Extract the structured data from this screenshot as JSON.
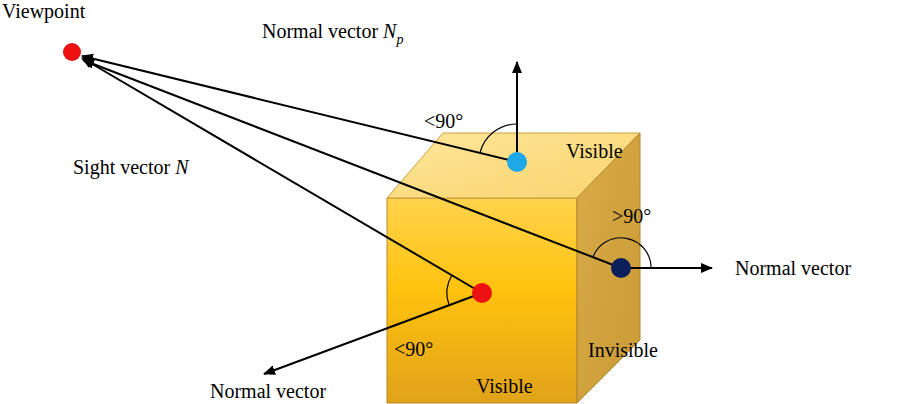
{
  "diagram": {
    "labels": [
      "Viewpoint",
      "Normal vector",
      "N",
      "p",
      "<90°",
      "Visible",
      "Sight vector",
      "N",
      ">90°",
      "Normal vector",
      "<90°",
      "Invisible",
      "Normal vector",
      "Visible"
    ]
  }
}
